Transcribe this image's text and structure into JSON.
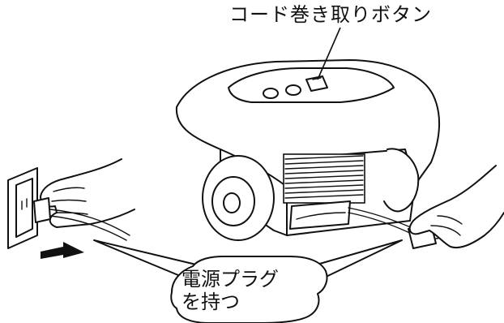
{
  "labels": {
    "cord_rewind_button": "コード巻き取りボタン",
    "hold_plug_line1": "電源プラグ",
    "hold_plug_line2": "を持つ"
  },
  "colors": {
    "ink": "#111111",
    "paper": "#ffffff"
  }
}
